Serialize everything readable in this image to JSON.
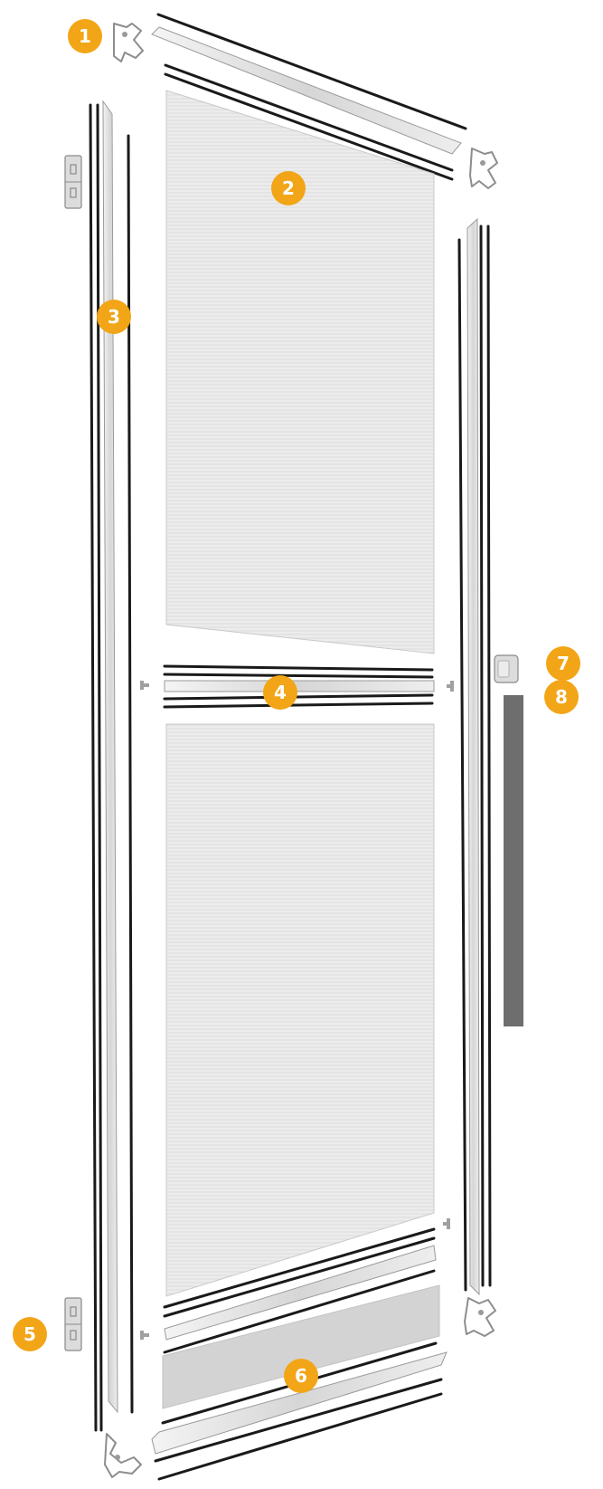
{
  "labels": [
    {
      "id": "corner-connectors",
      "number": "1"
    },
    {
      "id": "mesh-panels",
      "number": "2"
    },
    {
      "id": "frame-profiles",
      "number": "3"
    },
    {
      "id": "center-crossbar",
      "number": "4"
    },
    {
      "id": "hinges",
      "number": "5"
    },
    {
      "id": "kick-plate",
      "number": "6"
    },
    {
      "id": "door-handle",
      "number": "7"
    },
    {
      "id": "magnetic-strip",
      "number": "8"
    }
  ],
  "colors": {
    "badge": "#f2a516",
    "badge_text": "#ffffff",
    "rods": "#1a1a1a",
    "mesh": "#e9e9e9",
    "kick_plate": "#d0d0d0",
    "magnetic_strip": "#6e6e6e"
  }
}
